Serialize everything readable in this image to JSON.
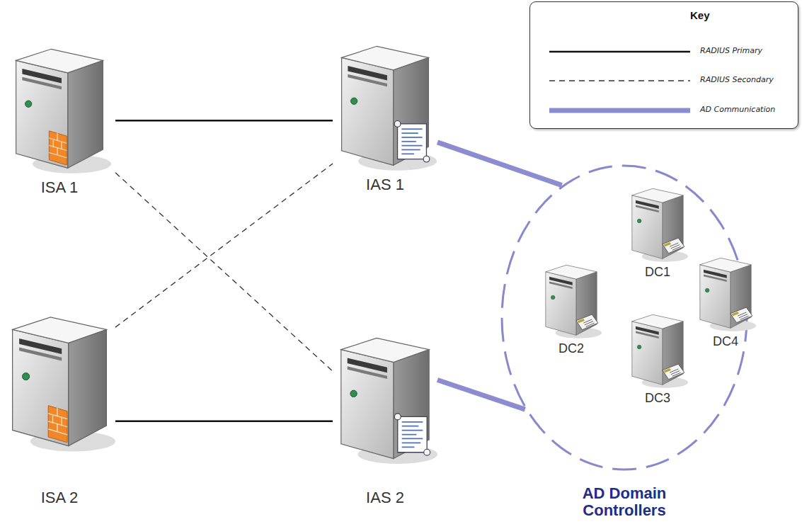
{
  "diagram": {
    "nodes": [
      {
        "text": [
          "ISA 1"
        ]
      },
      {
        "text": [
          "IAS 1"
        ]
      },
      {
        "text": [
          "ISA 2"
        ]
      },
      {
        "text": [
          "IAS 2"
        ]
      },
      {
        "text": [
          "AD Domain Controllers"
        ]
      },
      {
        "text": [
          "DC1"
        ],
        "in": 4
      },
      {
        "text": [
          "DC2"
        ],
        "in": 4
      },
      {
        "text": [
          "DC4"
        ],
        "in": 4
      },
      {
        "text": [
          "DC3"
        ],
        "in": 4
      }
    ],
    "edges": [
      {
        "from": 0,
        "to": 1,
        "arrow": "none"
      },
      {
        "from": 0,
        "to": 3,
        "arrow": "none"
      },
      {
        "from": 2,
        "to": 1,
        "arrow": "none"
      },
      {
        "from": 2,
        "to": 3,
        "arrow": "none"
      },
      {
        "from": 1,
        "to": 4,
        "arrow": "none"
      },
      {
        "from": 3,
        "to": 4,
        "arrow": "none"
      }
    ],
    "labels": [
      "Key"
    ],
    "legend": [
      {
        "text": "RADIUS Primary"
      },
      {
        "text": "RADIUS Secondary"
      },
      {
        "text": "AD Communication"
      }
    ]
  }
}
